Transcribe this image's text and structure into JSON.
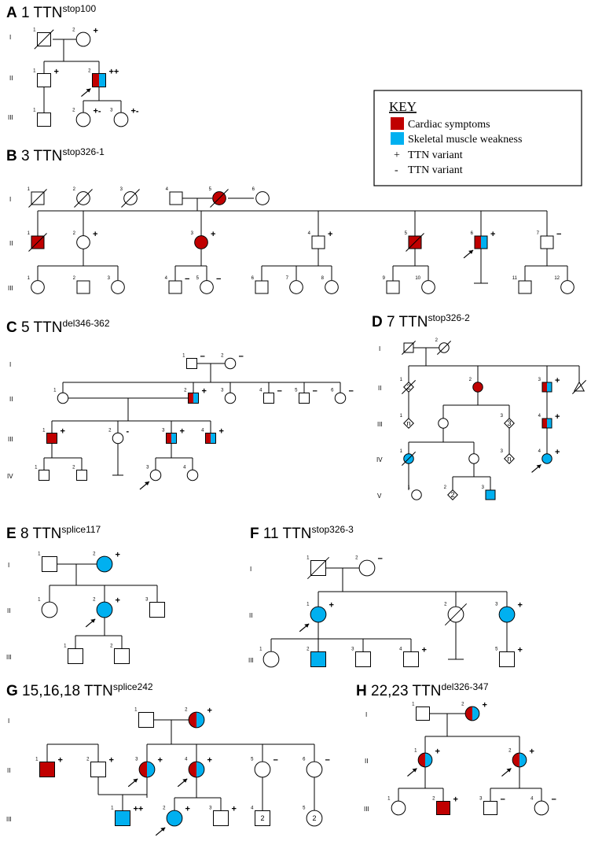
{
  "colors": {
    "cardiac": "#c00000",
    "skeletal": "#00b0f0",
    "line": "#000000",
    "unaffected": "#ffffff"
  },
  "key": {
    "title": "KEY",
    "items": [
      {
        "type": "swatch",
        "color": "cardiac",
        "label": "Cardiac symptoms"
      },
      {
        "type": "swatch",
        "color": "skeletal",
        "label": "Skeletal muscle weakness"
      },
      {
        "type": "sign",
        "symbol": "+",
        "label": "TTN variant"
      },
      {
        "type": "sign",
        "symbol": "-",
        "label": "TTN variant"
      }
    ]
  },
  "panels": [
    {
      "letter": "A",
      "families": "1",
      "gene": "TTN",
      "variant": "stop100",
      "generations": [
        "I",
        "II",
        "III"
      ]
    },
    {
      "letter": "B",
      "families": "3",
      "gene": "TTN",
      "variant": "stop326-1",
      "generations": [
        "I",
        "II",
        "III"
      ]
    },
    {
      "letter": "C",
      "families": "5",
      "gene": "TTN",
      "variant": "del346-362",
      "generations": [
        "I",
        "II",
        "III",
        "IV"
      ]
    },
    {
      "letter": "D",
      "families": "7",
      "gene": "TTN",
      "variant": "stop326-2",
      "generations": [
        "I",
        "II",
        "III",
        "IV",
        "V"
      ]
    },
    {
      "letter": "E",
      "families": "8",
      "gene": "TTN",
      "variant": "splice117",
      "generations": [
        "I",
        "II",
        "III"
      ]
    },
    {
      "letter": "F",
      "families": "11",
      "gene": "TTN",
      "variant": "stop326-3",
      "generations": [
        "I",
        "II",
        "III"
      ]
    },
    {
      "letter": "G",
      "families": "15,16,18",
      "gene": "TTN",
      "variant": "splice242",
      "generations": [
        "I",
        "II",
        "III"
      ]
    },
    {
      "letter": "H",
      "families": "22,23",
      "gene": "TTN",
      "variant": "del326-347",
      "generations": [
        "I",
        "II",
        "III"
      ]
    }
  ],
  "individuals": {
    "A": [
      {
        "id": "I-1",
        "n": "1",
        "sex": "M",
        "status": "none",
        "deceased": true,
        "sign": ""
      },
      {
        "id": "I-2",
        "n": "2",
        "sex": "F",
        "status": "none",
        "sign": "+"
      },
      {
        "id": "II-1",
        "n": "1",
        "sex": "M",
        "status": "none",
        "sign": "+"
      },
      {
        "id": "II-2",
        "n": "2",
        "sex": "M",
        "status": "both",
        "proband": true,
        "sign": "++"
      },
      {
        "id": "III-1",
        "n": "1",
        "sex": "M",
        "status": "none",
        "sign": ""
      },
      {
        "id": "III-2",
        "n": "2",
        "sex": "F",
        "status": "none",
        "sign": "+-"
      },
      {
        "id": "III-3",
        "n": "3",
        "sex": "F",
        "status": "none",
        "sign": "+-"
      }
    ],
    "B": [
      {
        "id": "I-1",
        "n": "1",
        "sex": "M",
        "status": "none",
        "deceased": true,
        "sign": ""
      },
      {
        "id": "I-2",
        "n": "2",
        "sex": "F",
        "status": "none",
        "deceased": true,
        "sign": ""
      },
      {
        "id": "I-3",
        "n": "3",
        "sex": "F",
        "status": "none",
        "deceased": true,
        "sign": ""
      },
      {
        "id": "I-4",
        "n": "4",
        "sex": "M",
        "status": "none",
        "sign": ""
      },
      {
        "id": "I-5",
        "n": "5",
        "sex": "F",
        "status": "cardiac",
        "deceased": true,
        "sign": ""
      },
      {
        "id": "I-6",
        "n": "6",
        "sex": "F",
        "status": "none",
        "sign": ""
      },
      {
        "id": "II-1",
        "n": "1",
        "sex": "M",
        "status": "cardiac",
        "deceased": true,
        "sign": ""
      },
      {
        "id": "II-2",
        "n": "2",
        "sex": "F",
        "status": "none",
        "sign": "+"
      },
      {
        "id": "II-3",
        "n": "3",
        "sex": "F",
        "status": "cardiac",
        "sign": "+"
      },
      {
        "id": "II-4",
        "n": "4",
        "sex": "M",
        "status": "none",
        "sign": "+"
      },
      {
        "id": "II-5",
        "n": "5",
        "sex": "M",
        "status": "cardiac",
        "deceased": true,
        "sign": ""
      },
      {
        "id": "II-6",
        "n": "6",
        "sex": "M",
        "status": "both",
        "proband": true,
        "sign": "+"
      },
      {
        "id": "II-7",
        "n": "7",
        "sex": "M",
        "status": "none",
        "sign": "−"
      },
      {
        "id": "III-1",
        "n": "1",
        "sex": "F",
        "status": "none",
        "sign": ""
      },
      {
        "id": "III-2",
        "n": "2",
        "sex": "M",
        "status": "none",
        "sign": ""
      },
      {
        "id": "III-3",
        "n": "3",
        "sex": "F",
        "status": "none",
        "sign": ""
      },
      {
        "id": "III-4",
        "n": "4",
        "sex": "M",
        "status": "none",
        "sign": "−"
      },
      {
        "id": "III-5",
        "n": "5",
        "sex": "F",
        "status": "none",
        "sign": "−"
      },
      {
        "id": "III-6",
        "n": "6",
        "sex": "M",
        "status": "none",
        "sign": ""
      },
      {
        "id": "III-7",
        "n": "7",
        "sex": "F",
        "status": "none",
        "sign": ""
      },
      {
        "id": "III-8",
        "n": "8",
        "sex": "F",
        "status": "none",
        "sign": ""
      },
      {
        "id": "III-9",
        "n": "9",
        "sex": "M",
        "status": "none",
        "sign": ""
      },
      {
        "id": "III-10",
        "n": "10",
        "sex": "F",
        "status": "none",
        "sign": ""
      },
      {
        "id": "III-11",
        "n": "11",
        "sex": "M",
        "status": "none",
        "sign": ""
      },
      {
        "id": "III-12",
        "n": "12",
        "sex": "F",
        "status": "none",
        "sign": ""
      }
    ],
    "C": [
      {
        "id": "I-1",
        "n": "1",
        "sex": "M",
        "status": "none",
        "sign": "−"
      },
      {
        "id": "I-2",
        "n": "2",
        "sex": "F",
        "status": "none",
        "sign": "−"
      },
      {
        "id": "II-1",
        "n": "1",
        "sex": "F",
        "status": "none",
        "sign": ""
      },
      {
        "id": "II-2",
        "n": "2",
        "sex": "M",
        "status": "both",
        "sign": "+"
      },
      {
        "id": "II-3",
        "n": "3",
        "sex": "F",
        "status": "none",
        "sign": ""
      },
      {
        "id": "II-4",
        "n": "4",
        "sex": "M",
        "status": "none",
        "sign": "−"
      },
      {
        "id": "II-5",
        "n": "5",
        "sex": "M",
        "status": "none",
        "sign": "−"
      },
      {
        "id": "II-6",
        "n": "6",
        "sex": "F",
        "status": "none",
        "sign": "−"
      },
      {
        "id": "III-1",
        "n": "1",
        "sex": "M",
        "status": "cardiac",
        "sign": "+"
      },
      {
        "id": "III-2",
        "n": "2",
        "sex": "F",
        "status": "none",
        "sign": "-"
      },
      {
        "id": "III-3",
        "n": "3",
        "sex": "M",
        "status": "both",
        "sign": "+"
      },
      {
        "id": "III-4",
        "n": "4",
        "sex": "M",
        "status": "both",
        "sign": "+"
      },
      {
        "id": "IV-1",
        "n": "1",
        "sex": "M",
        "status": "none",
        "sign": ""
      },
      {
        "id": "IV-2",
        "n": "2",
        "sex": "M",
        "status": "none",
        "sign": ""
      },
      {
        "id": "IV-3",
        "n": "3",
        "sex": "F",
        "status": "none",
        "proband": true,
        "sign": ""
      },
      {
        "id": "IV-4",
        "n": "4",
        "sex": "F",
        "status": "none",
        "sign": ""
      }
    ],
    "D": [
      {
        "id": "I-1",
        "n": "",
        "sex": "M",
        "status": "none",
        "deceased": true,
        "sign": ""
      },
      {
        "id": "I-2",
        "n": "2",
        "sex": "F",
        "status": "none",
        "deceased": true,
        "sign": ""
      },
      {
        "id": "II-1",
        "n": "1",
        "sex": "U",
        "status": "none",
        "deceased": true,
        "inner": "2",
        "sign": ""
      },
      {
        "id": "II-2",
        "n": "2",
        "sex": "F",
        "status": "cardiac",
        "sign": ""
      },
      {
        "id": "II-3",
        "n": "3",
        "sex": "M",
        "status": "both",
        "sign": "+"
      },
      {
        "id": "II-4",
        "n": "",
        "sex": "T",
        "status": "none",
        "deceased": true,
        "sign": ""
      },
      {
        "id": "III-1",
        "n": "1",
        "sex": "U",
        "status": "none",
        "inner": "n",
        "sign": ""
      },
      {
        "id": "III-2",
        "n": "",
        "sex": "F",
        "status": "none",
        "sign": ""
      },
      {
        "id": "III-3",
        "n": "3",
        "sex": "U",
        "status": "none",
        "inner": "3",
        "sign": ""
      },
      {
        "id": "III-4",
        "n": "4",
        "sex": "M",
        "status": "both",
        "sign": "+"
      },
      {
        "id": "IV-1",
        "n": "1",
        "sex": "F",
        "status": "skeletal",
        "deceased": true,
        "sign": ""
      },
      {
        "id": "IV-2",
        "n": "",
        "sex": "F",
        "status": "none",
        "sign": ""
      },
      {
        "id": "IV-3",
        "n": "3",
        "sex": "U",
        "status": "none",
        "inner": "n",
        "sign": ""
      },
      {
        "id": "IV-4",
        "n": "4",
        "sex": "F",
        "status": "skeletal",
        "proband": true,
        "sign": "+"
      },
      {
        "id": "V-1",
        "n": "1",
        "sex": "F",
        "status": "none",
        "sign": ""
      },
      {
        "id": "V-2",
        "n": "2",
        "sex": "U",
        "status": "none",
        "inner": "2",
        "sign": ""
      },
      {
        "id": "V-3",
        "n": "3",
        "sex": "M",
        "status": "skeletal",
        "sign": ""
      }
    ],
    "E": [
      {
        "id": "I-1",
        "n": "1",
        "sex": "M",
        "status": "none",
        "sign": ""
      },
      {
        "id": "I-2",
        "n": "2",
        "sex": "F",
        "status": "skeletal",
        "sign": "+"
      },
      {
        "id": "II-1",
        "n": "1",
        "sex": "F",
        "status": "none",
        "sign": ""
      },
      {
        "id": "II-2",
        "n": "2",
        "sex": "F",
        "status": "skeletal",
        "proband": true,
        "sign": "+"
      },
      {
        "id": "II-3",
        "n": "3",
        "sex": "M",
        "status": "none",
        "sign": ""
      },
      {
        "id": "III-1",
        "n": "1",
        "sex": "M",
        "status": "none",
        "sign": ""
      },
      {
        "id": "III-2",
        "n": "2",
        "sex": "M",
        "status": "none",
        "sign": ""
      }
    ],
    "F": [
      {
        "id": "I-1",
        "n": "1",
        "sex": "M",
        "status": "none",
        "deceased": true,
        "sign": ""
      },
      {
        "id": "I-2",
        "n": "2",
        "sex": "F",
        "status": "none",
        "sign": "−"
      },
      {
        "id": "II-1",
        "n": "1",
        "sex": "F",
        "status": "skeletal",
        "proband": true,
        "sign": "+"
      },
      {
        "id": "II-2",
        "n": "2",
        "sex": "F",
        "status": "none",
        "deceased": true,
        "sign": ""
      },
      {
        "id": "II-3",
        "n": "3",
        "sex": "F",
        "status": "skeletal",
        "sign": "+"
      },
      {
        "id": "III-1",
        "n": "1",
        "sex": "F",
        "status": "none",
        "sign": ""
      },
      {
        "id": "III-2",
        "n": "2",
        "sex": "M",
        "status": "skeletal",
        "sign": ""
      },
      {
        "id": "III-3",
        "n": "3",
        "sex": "M",
        "status": "none",
        "sign": ""
      },
      {
        "id": "III-4",
        "n": "4",
        "sex": "M",
        "status": "none",
        "sign": "+"
      },
      {
        "id": "III-5",
        "n": "5",
        "sex": "M",
        "status": "none",
        "sign": "+"
      }
    ],
    "G": [
      {
        "id": "I-1",
        "n": "1",
        "sex": "M",
        "status": "none",
        "sign": ""
      },
      {
        "id": "I-2",
        "n": "2",
        "sex": "F",
        "status": "both",
        "sign": "+"
      },
      {
        "id": "II-1",
        "n": "1",
        "sex": "M",
        "status": "cardiac",
        "sign": "+"
      },
      {
        "id": "II-2",
        "n": "2",
        "sex": "M",
        "status": "none",
        "sign": "+"
      },
      {
        "id": "II-3",
        "n": "3",
        "sex": "F",
        "status": "both",
        "proband": true,
        "sign": "+"
      },
      {
        "id": "II-4",
        "n": "4",
        "sex": "F",
        "status": "both",
        "proband": true,
        "sign": "+"
      },
      {
        "id": "II-5",
        "n": "5",
        "sex": "F",
        "status": "none",
        "sign": "−"
      },
      {
        "id": "II-6",
        "n": "6",
        "sex": "F",
        "status": "none",
        "sign": "−"
      },
      {
        "id": "III-1",
        "n": "1",
        "sex": "M",
        "status": "skeletal",
        "sign": "++"
      },
      {
        "id": "III-2",
        "n": "2",
        "sex": "F",
        "status": "skeletal",
        "proband": true,
        "sign": "+"
      },
      {
        "id": "III-3",
        "n": "3",
        "sex": "M",
        "status": "none",
        "sign": "+"
      },
      {
        "id": "III-4",
        "n": "4",
        "sex": "M",
        "status": "none",
        "inner": "2",
        "sign": ""
      },
      {
        "id": "III-5",
        "n": "5",
        "sex": "F",
        "status": "none",
        "inner": "2",
        "sign": ""
      }
    ],
    "H": [
      {
        "id": "I-1",
        "n": "1",
        "sex": "M",
        "status": "none",
        "sign": ""
      },
      {
        "id": "I-2",
        "n": "2",
        "sex": "F",
        "status": "both",
        "sign": "+"
      },
      {
        "id": "II-1",
        "n": "1",
        "sex": "F",
        "status": "both",
        "proband": true,
        "sign": "+"
      },
      {
        "id": "II-2",
        "n": "2",
        "sex": "F",
        "status": "both",
        "proband": true,
        "sign": "+"
      },
      {
        "id": "III-1",
        "n": "1",
        "sex": "F",
        "status": "none",
        "sign": ""
      },
      {
        "id": "III-2",
        "n": "2",
        "sex": "M",
        "status": "cardiac",
        "sign": "+"
      },
      {
        "id": "III-3",
        "n": "3",
        "sex": "M",
        "status": "none",
        "sign": "−"
      },
      {
        "id": "III-4",
        "n": "4",
        "sex": "F",
        "status": "none",
        "sign": "−"
      }
    ]
  }
}
